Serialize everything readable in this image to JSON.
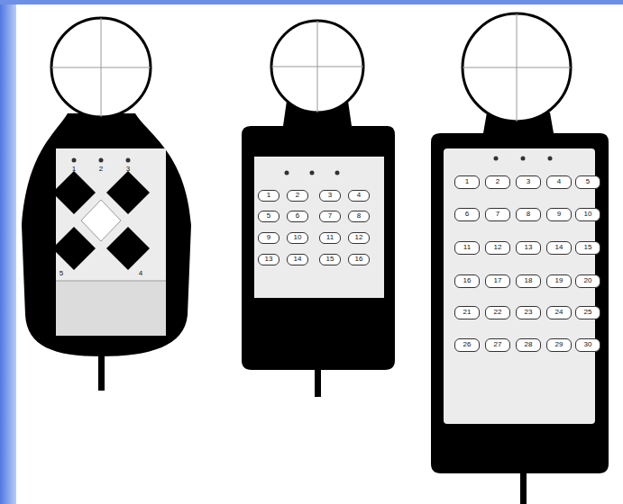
{
  "diagram": {
    "nodes": [
      {
        "text": [
          "1"
        ]
      },
      {
        "text": [
          "2"
        ]
      },
      {
        "text": [
          "3"
        ]
      },
      {
        "text": [
          "4"
        ]
      },
      {
        "text": [
          "5"
        ]
      },
      {
        "text": [
          "6"
        ]
      },
      {
        "text": [
          "7"
        ]
      },
      {
        "text": [
          "8"
        ]
      },
      {
        "text": [
          "9"
        ]
      },
      {
        "text": [
          "10"
        ]
      },
      {
        "text": [
          "11"
        ]
      },
      {
        "text": [
          "12"
        ]
      },
      {
        "text": [
          "13"
        ]
      },
      {
        "text": [
          "14"
        ]
      },
      {
        "text": [
          "15"
        ]
      },
      {
        "text": [
          "16"
        ]
      },
      {
        "text": [
          "1"
        ]
      },
      {
        "text": [
          "2"
        ]
      },
      {
        "text": [
          "3"
        ]
      },
      {
        "text": [
          "4"
        ]
      },
      {
        "text": [
          "5"
        ]
      },
      {
        "text": [
          "6"
        ]
      },
      {
        "text": [
          "7"
        ]
      },
      {
        "text": [
          "8"
        ]
      },
      {
        "text": [
          "9"
        ]
      },
      {
        "text": [
          "10"
        ]
      },
      {
        "text": [
          "11"
        ]
      },
      {
        "text": [
          "12"
        ]
      },
      {
        "text": [
          "13"
        ]
      },
      {
        "text": [
          "14"
        ]
      },
      {
        "text": [
          "15"
        ]
      },
      {
        "text": [
          "16"
        ]
      },
      {
        "text": [
          "17"
        ]
      },
      {
        "text": [
          "18"
        ]
      },
      {
        "text": [
          "19"
        ]
      },
      {
        "text": [
          "20"
        ]
      },
      {
        "text": [
          "21"
        ]
      },
      {
        "text": [
          "22"
        ]
      },
      {
        "text": [
          "23"
        ]
      },
      {
        "text": [
          "24"
        ]
      },
      {
        "text": [
          "25"
        ]
      },
      {
        "text": [
          "26"
        ]
      },
      {
        "text": [
          "27"
        ]
      },
      {
        "text": [
          "28"
        ]
      },
      {
        "text": [
          "29"
        ]
      },
      {
        "text": [
          "30"
        ]
      }
    ],
    "labels": [
      "1",
      "2",
      "3",
      "5",
      "4"
    ]
  }
}
